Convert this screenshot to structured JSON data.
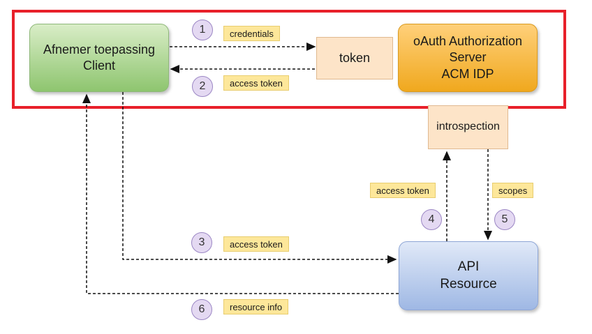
{
  "nodes": {
    "client": {
      "line1": "Afnemer toepassing",
      "line2": "Client"
    },
    "auth_server": {
      "line1": "oAuth Authorization",
      "line2": "Server",
      "line3": "ACM IDP"
    },
    "token": "token",
    "introspection": "introspection",
    "api": {
      "line1": "API",
      "line2": "Resource"
    }
  },
  "steps": [
    {
      "number": "1",
      "label": "credentials"
    },
    {
      "number": "2",
      "label": "access token"
    },
    {
      "number": "3",
      "label": "access token"
    },
    {
      "number": "4",
      "label": "access token"
    },
    {
      "number": "5",
      "label": "scopes"
    },
    {
      "number": "6",
      "label": "resource info"
    }
  ],
  "colors": {
    "highlight_frame": "#e8202a",
    "client_fill": "#8ec56f",
    "auth_fill": "#f0a81e",
    "api_fill": "#9fb8e4",
    "step_badge": "#e4d9f2",
    "edge_label": "#fde79a"
  }
}
